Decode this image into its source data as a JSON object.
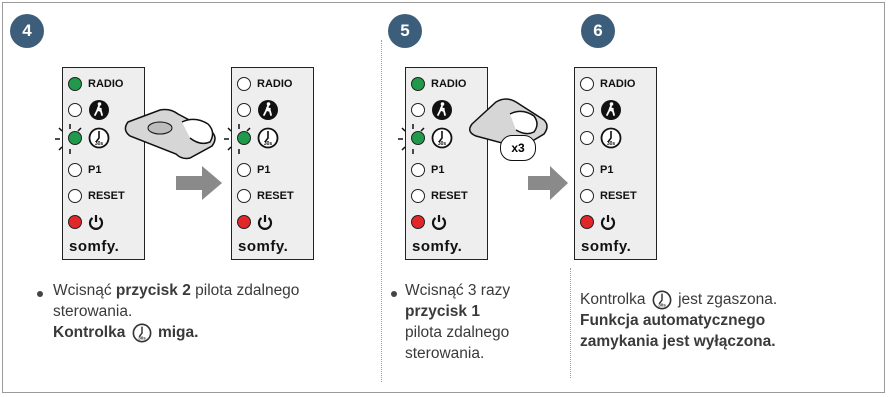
{
  "steps": [
    {
      "number": "4",
      "panels": [
        {
          "radio_led": "green",
          "blink_led": "green-blink",
          "power_led": "red"
        },
        {
          "radio_led": "off",
          "blink_led": "green-blink",
          "power_led": "red"
        }
      ],
      "text": {
        "bullet_prefix": "Wcisnąć ",
        "bold_button": "przycisk 2",
        "rest": " pilota zdalnego sterowania.",
        "line2_bold_a": "Kontrolka",
        "line2_bold_b": "miga."
      }
    },
    {
      "number": "5",
      "remote_badge": "x3",
      "text": {
        "line1": "Wcisnąć 3 razy",
        "bold": "przycisk 1",
        "line3": "pilota zdalnego",
        "line4": "sterowania."
      }
    },
    {
      "number": "6",
      "text": {
        "line1_a": "Kontrolka",
        "line1_b": "jest zgaszona.",
        "bold1": "Funkcja automatycznego",
        "bold2": "zamykania jest wyłączona."
      }
    }
  ],
  "panel_labels": {
    "radio": "RADIO",
    "p1": "P1",
    "reset": "RESET",
    "brand": "somfy.",
    "timer_badge": "30s"
  },
  "colors": {
    "badge": "#3d5e7a",
    "led_green": "#1f9a4a",
    "led_red": "#e2262a",
    "arrow": "#8a8a8a"
  },
  "icons": [
    "pedestrian-icon",
    "timer-30s-icon",
    "power-icon",
    "hand-remote-icon",
    "arrow-right-icon"
  ]
}
